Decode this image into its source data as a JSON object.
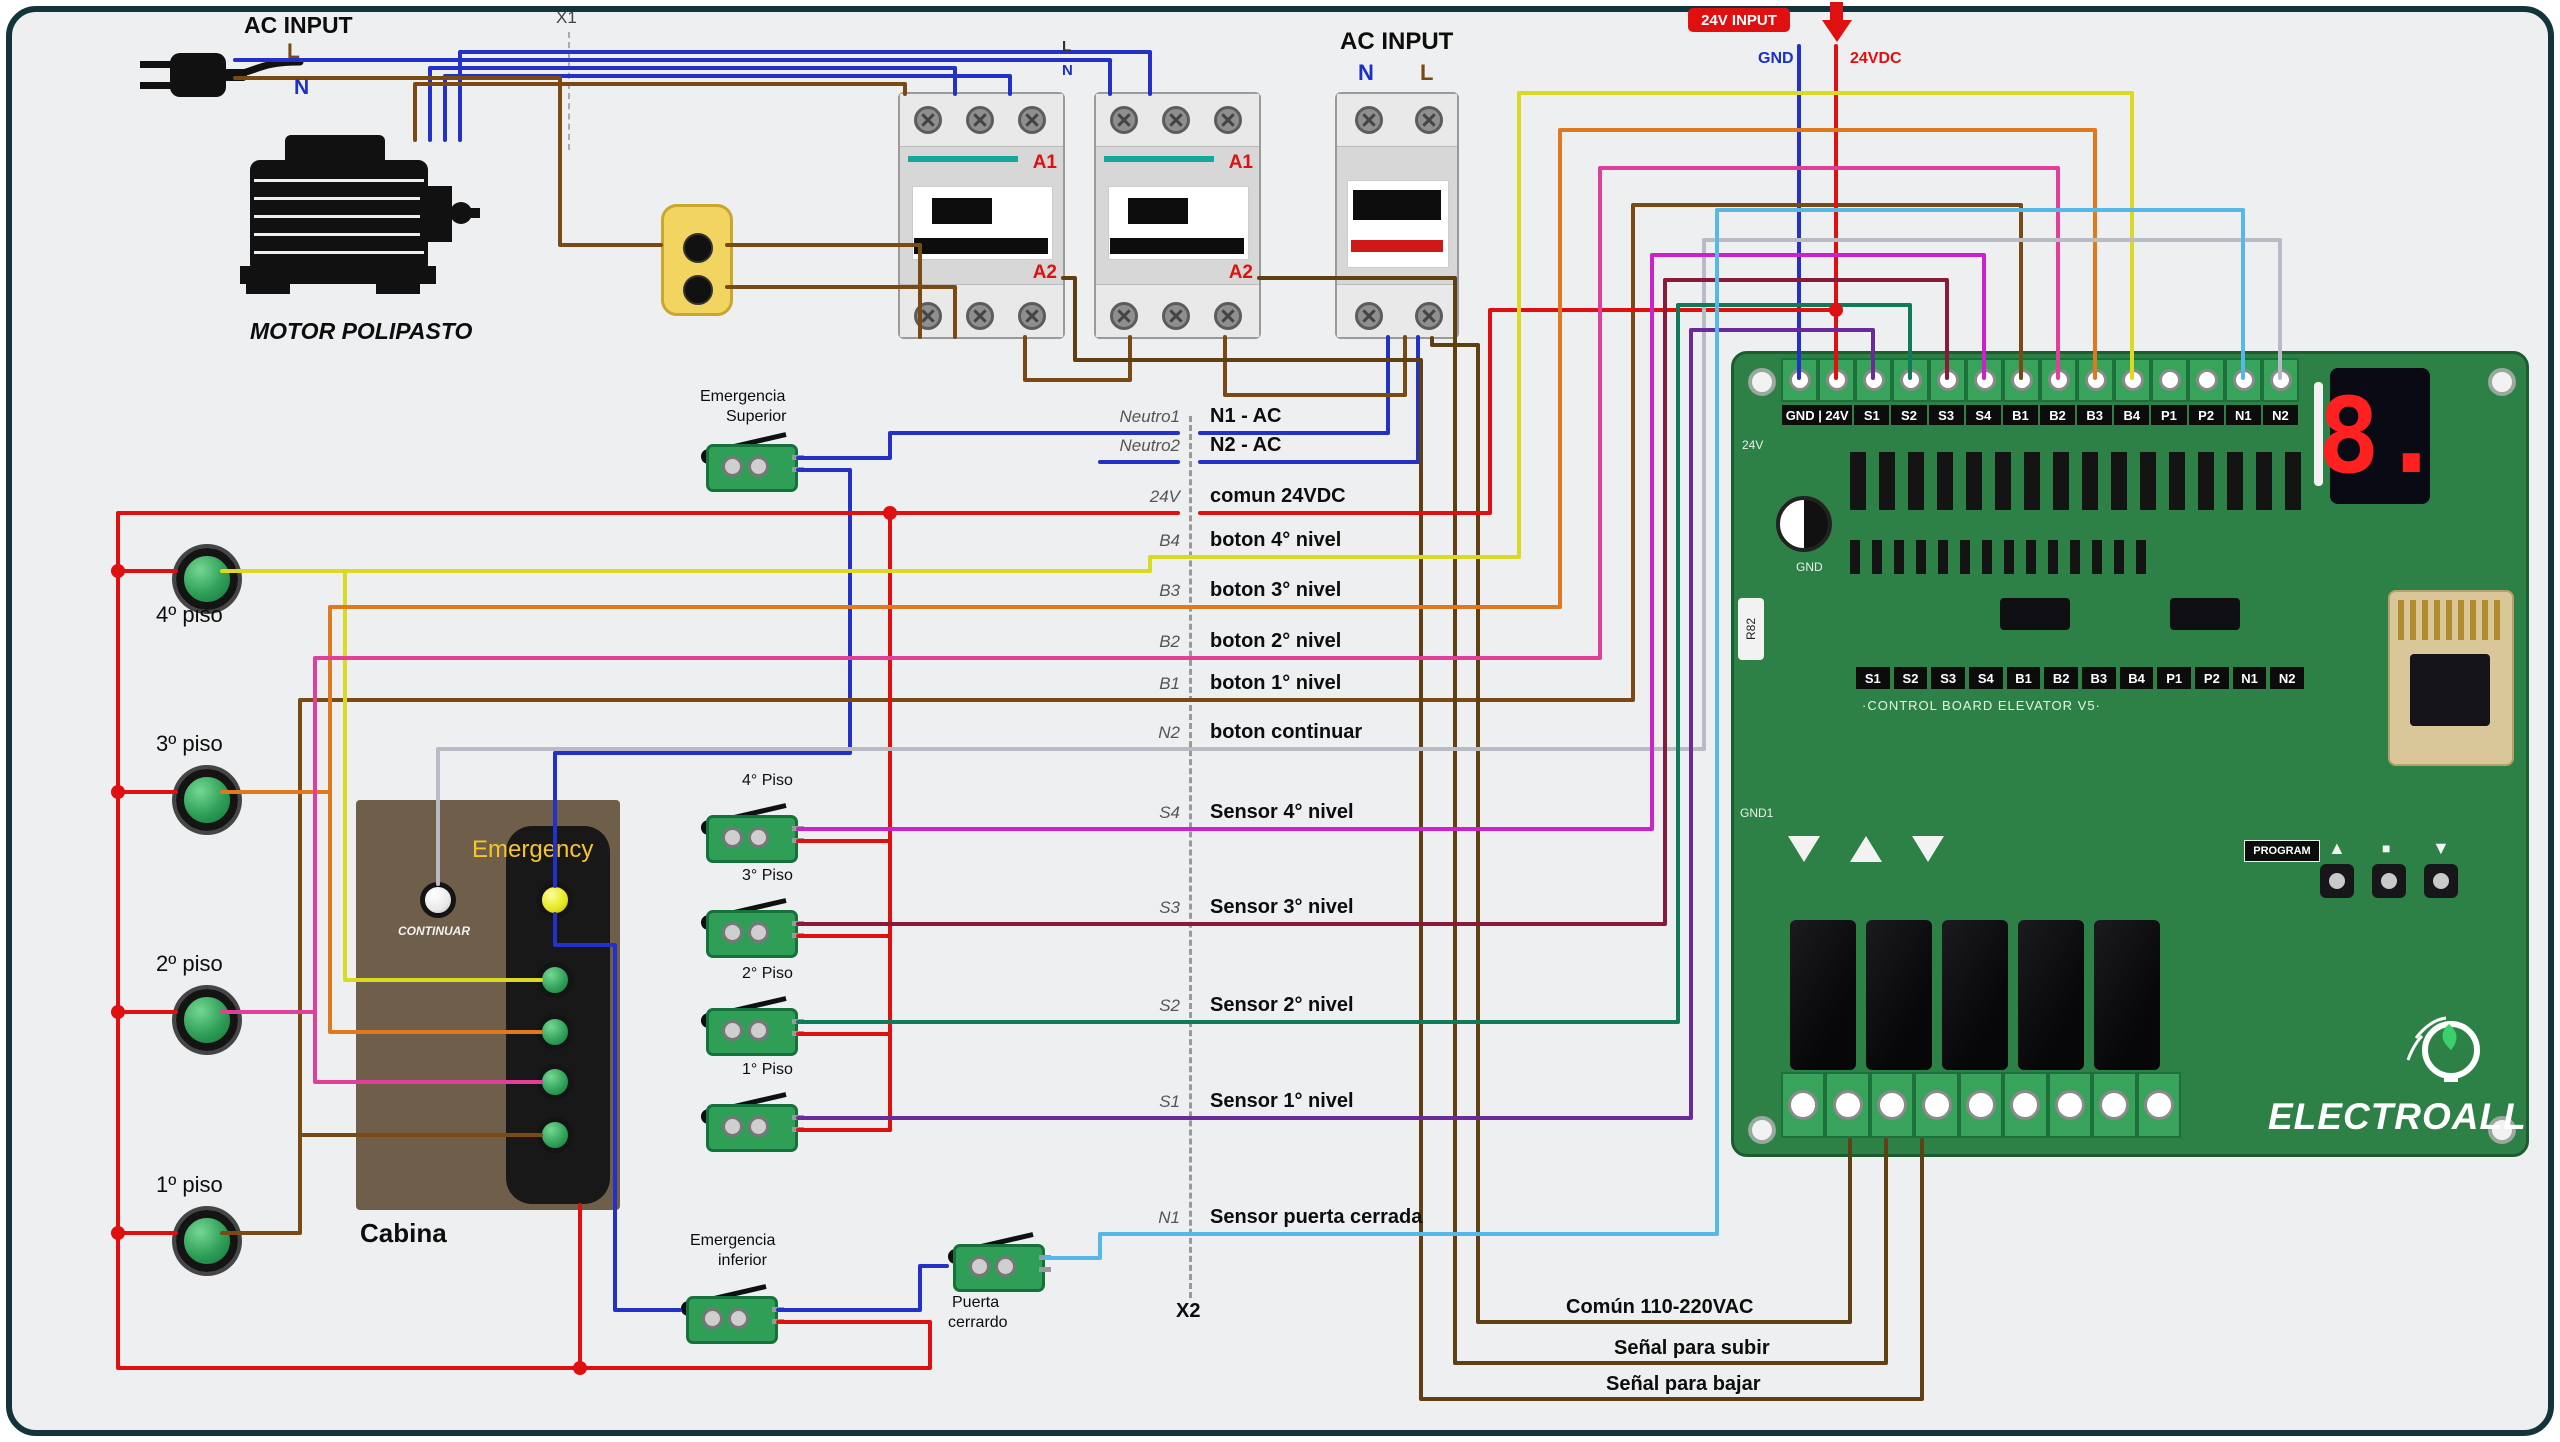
{
  "palette": {
    "background": "#edeff0",
    "frame_border": "#14343b",
    "pcb_green": "#2e8146",
    "wire_blue": "#2431c8",
    "wire_brown": "#7a4a15",
    "wire_dark_brown": "#5f4012",
    "wire_red": "#e01010",
    "wire_yellow": "#dcd922",
    "wire_orange": "#e07820",
    "wire_pink": "#e0409a",
    "wire_magenta": "#cc22cc",
    "wire_gray": "#b9bac3",
    "wire_purple": "#6a2a9a",
    "wire_maroon": "#8a1a3a",
    "wire_teal": "#107a5a",
    "wire_cyan": "#55b8e8",
    "label_blue": "#1a30c8",
    "label_red": "#e01010",
    "switch_green": "#2f9e57",
    "cabina_brown": "#6f5f4a"
  },
  "ac_left": {
    "title": "AC INPUT",
    "l": "L",
    "n": "N",
    "x1": "X1",
    "l2": "L",
    "n2": "N",
    "motor": "MOTOR POLIPASTO"
  },
  "contactor": {
    "a1": "A1",
    "a2": "A2"
  },
  "breaker": {
    "title": "AC INPUT",
    "n": "N",
    "l": "L"
  },
  "dc": {
    "badge": "24V INPUT",
    "gnd": "GND",
    "v": "24VDC"
  },
  "floors": {
    "f4": "4º piso",
    "f3": "3º piso",
    "f2": "2º piso",
    "f1": "1º piso"
  },
  "cabina": {
    "title": "Cabina",
    "emergency": "Emergency",
    "continuar": "CONTINUAR"
  },
  "switches": {
    "sup1": "Emergencia",
    "sup2": "Superior",
    "p4": "4° Piso",
    "p3": "3° Piso",
    "p2": "2° Piso",
    "p1": "1° Piso",
    "inf1": "Emergencia",
    "inf2": "inferior",
    "door1": "Puerta",
    "door2": "cerrardo"
  },
  "rail": {
    "x2": "X2",
    "rows": [
      {
        "pin": "Neutro1",
        "label": "N1 - AC"
      },
      {
        "pin": "Neutro2",
        "label": "N2 - AC"
      },
      {
        "pin": "24V",
        "label": "comun 24VDC"
      },
      {
        "pin": "B4",
        "label": "boton 4° nivel"
      },
      {
        "pin": "B3",
        "label": "boton 3° nivel"
      },
      {
        "pin": "B2",
        "label": "boton 2° nivel"
      },
      {
        "pin": "B1",
        "label": "boton 1° nivel"
      },
      {
        "pin": "N2",
        "label": "boton continuar"
      },
      {
        "pin": "S4",
        "label": "Sensor 4° nivel"
      },
      {
        "pin": "S3",
        "label": "Sensor 3° nivel"
      },
      {
        "pin": "S2",
        "label": "Sensor 2° nivel"
      },
      {
        "pin": "S1",
        "label": "Sensor 1° nivel"
      },
      {
        "pin": "N1",
        "label": "Sensor puerta cerrada"
      }
    ]
  },
  "outputs": {
    "comun": "Común 110-220VAC",
    "subir": "Señal para subir",
    "bajar": "Señal para bajar"
  },
  "board": {
    "gnd24": "GND | 24V",
    "terminals": [
      "S1",
      "S2",
      "S3",
      "S4",
      "B1",
      "B2",
      "B3",
      "B4",
      "P1",
      "P2",
      "N1",
      "N2"
    ],
    "title": "·CONTROL BOARD ELEVATOR V5·",
    "brand": "ELECTROALL",
    "program": "PROGRAM",
    "display": "8.",
    "r82": "R82",
    "gnd1": "GND1",
    "v24": "24V",
    "gnd": "GND"
  }
}
